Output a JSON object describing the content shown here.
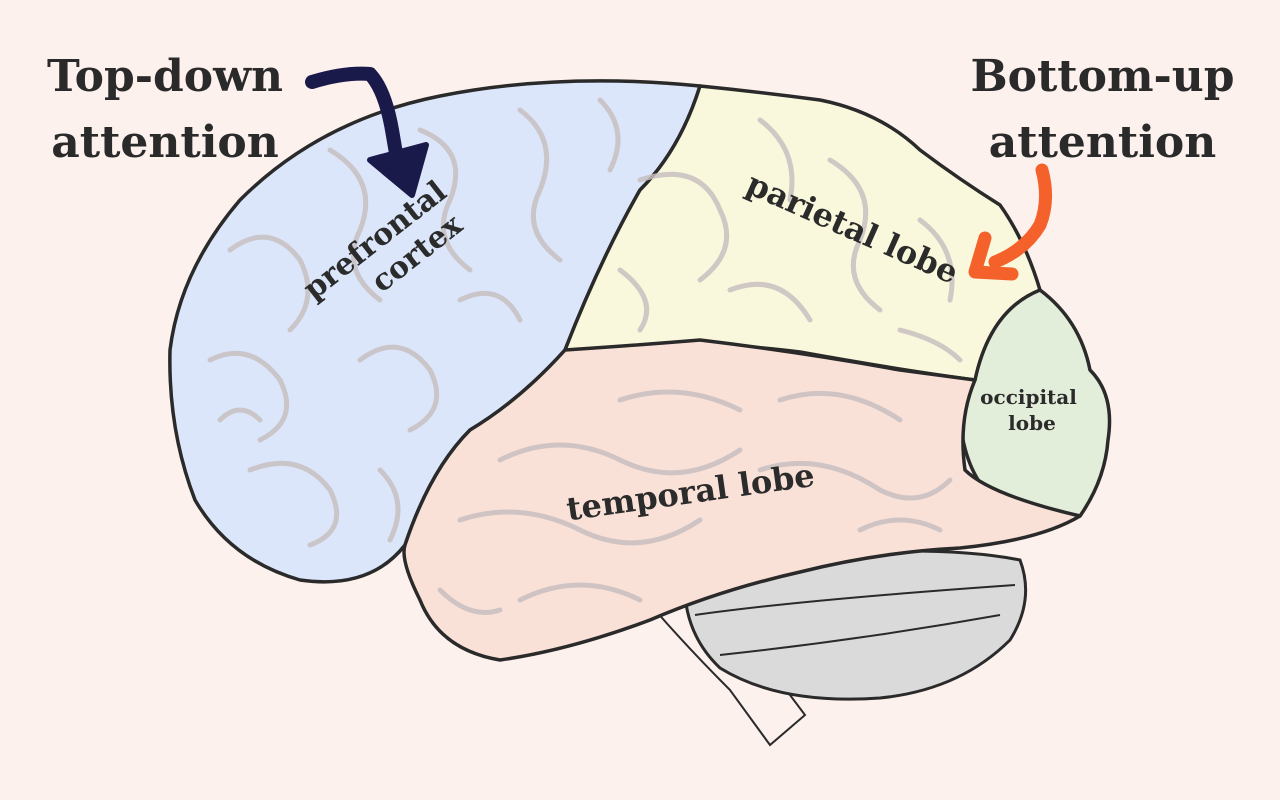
{
  "captions": {
    "top_down": [
      "Top-down",
      "attention"
    ],
    "bottom_up": [
      "Bottom-up",
      "attention"
    ]
  },
  "regions": {
    "prefrontal": [
      "prefrontal",
      "cortex"
    ],
    "parietal": "parietal lobe",
    "temporal": "temporal lobe",
    "occipital": [
      "occipital",
      "lobe"
    ]
  },
  "colors": {
    "background": "#fdf1ee",
    "prefrontal": "#dbe6fb",
    "parietal": "#f9f8dc",
    "temporal": "#f9e1d8",
    "occipital": "#e3eeda",
    "cerebellum": "#dadada",
    "top_down_arrow": "#1a1a4a",
    "bottom_up_arrow": "#f4612a",
    "outline": "#2a2a2a",
    "sulci": "#c8c0c0"
  }
}
